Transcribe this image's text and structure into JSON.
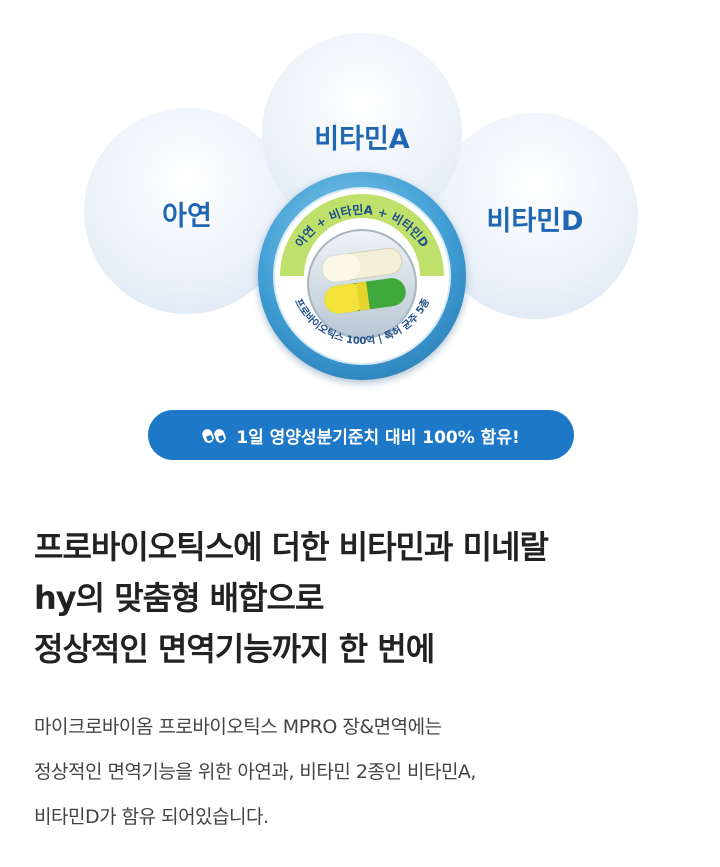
{
  "hero": {
    "bubbles": {
      "zinc": "아연",
      "vitamin_a": "비타민A",
      "vitamin_d": "비타민D"
    },
    "capsule": {
      "ring_top_text": "아연 + 비타민A + 비타민D",
      "ring_bottom_text": "프로바이오틱스 100억 | 특허 균주 5종"
    },
    "banner_text": "1일 영양성분기준치 대비 100% 함유!"
  },
  "headline": {
    "line1": "프로바이오틱스에 더한 비타민과 미네랄",
    "line2": "hy의 맞춤형 배합으로",
    "line3": "정상적인 면역기능까지 한 번에"
  },
  "description": {
    "line1": "마이크로바이옴 프로바이오틱스 MPRO 장&면역에는",
    "line2": "정상적인 면역기능을 위한 아연과, 비타민 2종인 비타민A,",
    "line3": "비타민D가 함유 되어있습니다."
  },
  "colors": {
    "brand_blue": "#1d78c8",
    "bubble_text": "#1f66b3",
    "headline": "#222222",
    "body": "#444444"
  }
}
